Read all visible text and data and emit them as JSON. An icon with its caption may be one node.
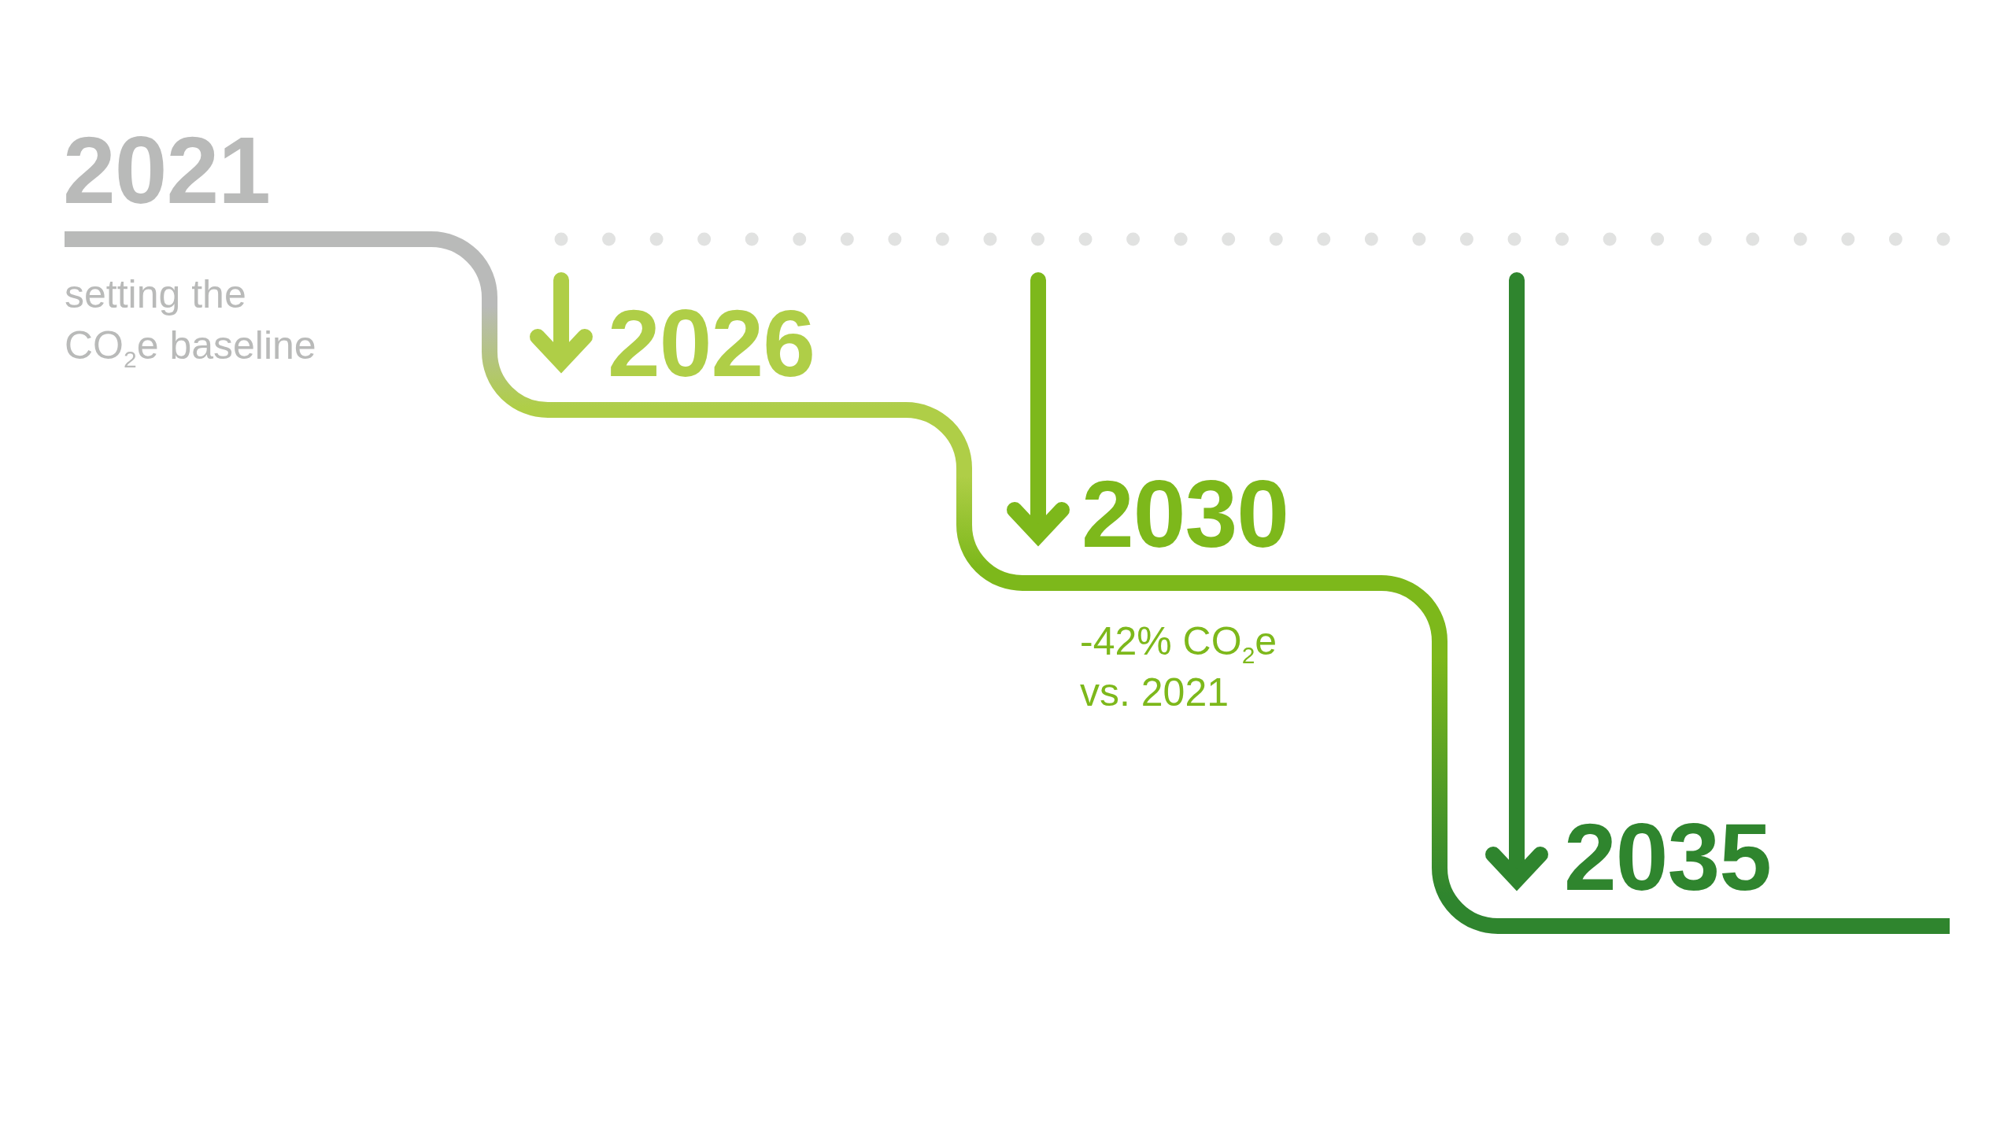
{
  "diagram": {
    "labels": [
      "2021",
      "setting the CO$_{2}$e baseline",
      "2026",
      "2030",
      "-42% CO$_{2}$e vs. 2021",
      "2035"
    ]
  }
}
